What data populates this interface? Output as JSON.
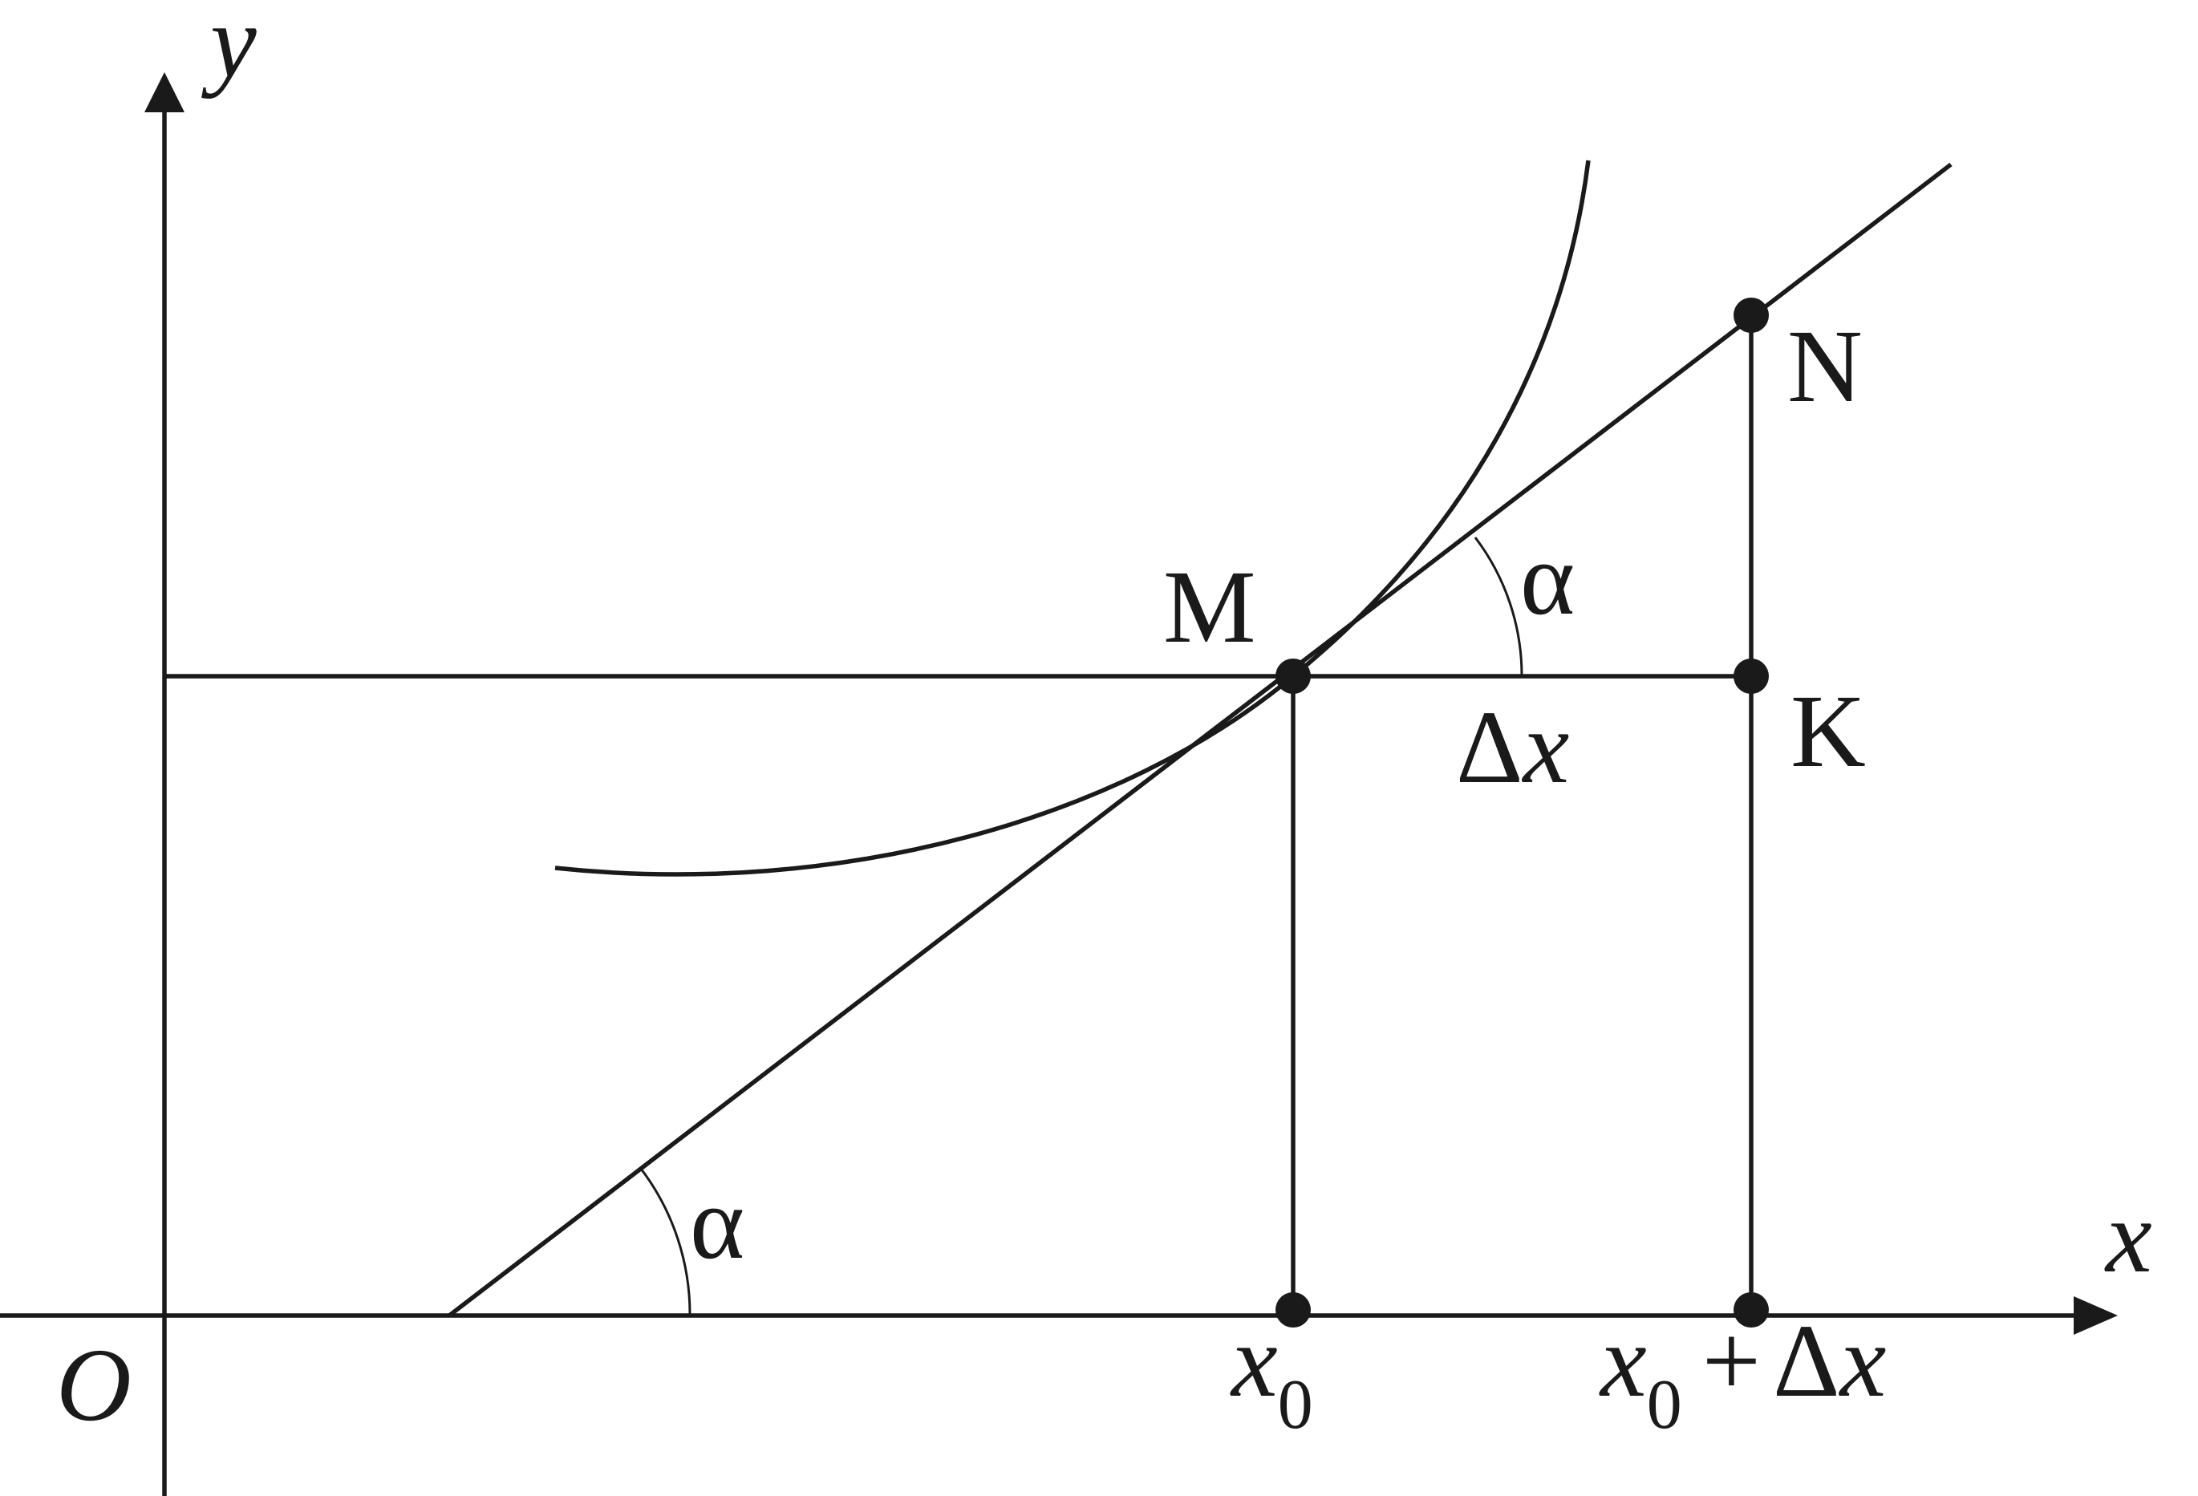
{
  "labels": {
    "origin": "O",
    "y_axis": "y",
    "x_axis": "x",
    "point_m": "M",
    "point_n": "N",
    "point_k": "K",
    "angle_top": "α",
    "angle_bottom": "α",
    "delta": "Δ",
    "delta_var": "x",
    "x0_var": "x",
    "x0_sub": "0",
    "x0dx_var": "x",
    "x0dx_sub": "0",
    "x0dx_plus": "+",
    "x0dx_delta": "Δ",
    "x0dx_x": "x"
  }
}
